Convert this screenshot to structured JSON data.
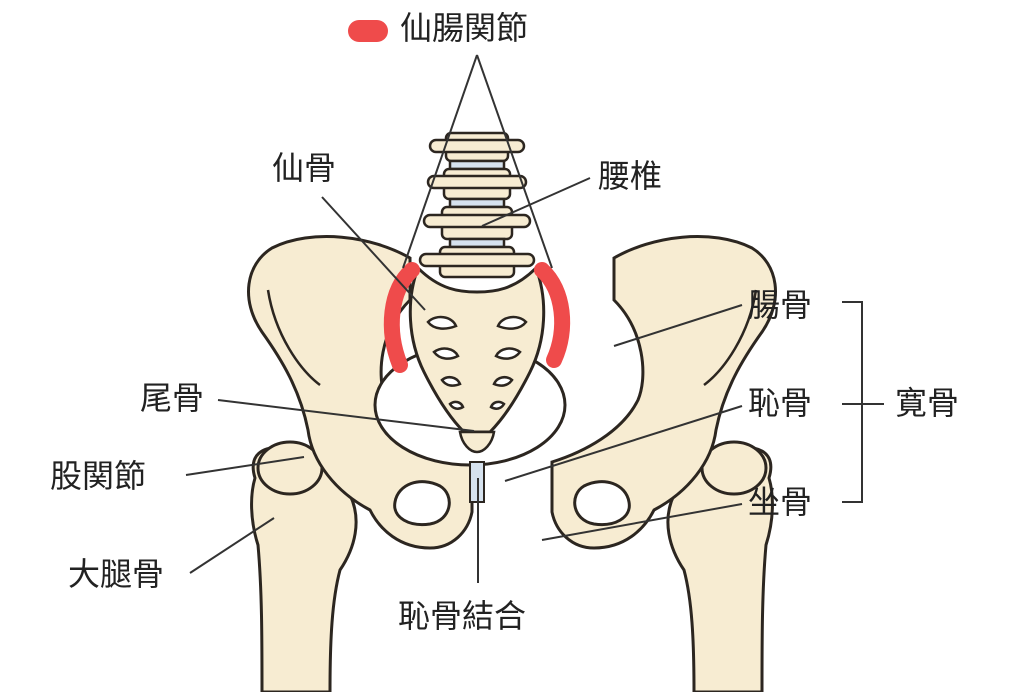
{
  "legend": {
    "label": "仙腸関節",
    "swatch_color": "#ef4b4b"
  },
  "labels": {
    "sacrum": "仙骨",
    "lumbar": "腰椎",
    "ilium": "腸骨",
    "pubis": "恥骨",
    "ischium": "坐骨",
    "hip_bone": "寛骨",
    "coccyx": "尾骨",
    "hip_joint": "股関節",
    "femur": "大腿骨",
    "pubic_symphysis": "恥骨結合"
  },
  "colors": {
    "bone_fill": "#f7ecd2",
    "bone_outline": "#2c2620",
    "joint_highlight": "#ef4b4b",
    "disc": "#d6e2ee",
    "leader_line": "#333333"
  }
}
